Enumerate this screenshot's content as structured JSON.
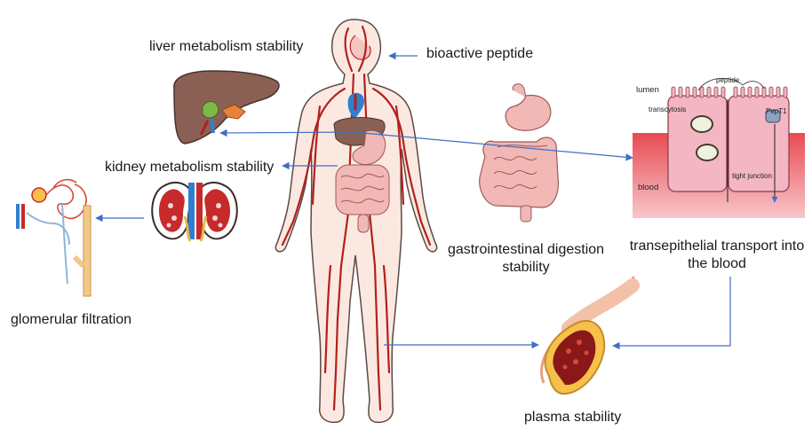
{
  "labels": {
    "bioactive_peptide": "bioactive peptide",
    "liver": "liver metabolism stability",
    "kidney": "kidney metabolism stability",
    "glomerular": "glomerular filtration",
    "gi_line1": "gastrointestinal digestion",
    "gi_line2": "stability",
    "trans_line1": "transepithelial transport into",
    "trans_line2": "the blood",
    "plasma": "plasma stability"
  },
  "epithelium": {
    "lumen": "lumen",
    "peptide": "peptide",
    "transcytosis": "transcytosis",
    "pept1": "PepT1",
    "blood": "blood",
    "tight_junction": "tight junction"
  },
  "colors": {
    "arrow": "#3f6fc4",
    "vessel_red": "#b3201c",
    "skin": "#fbe9e1",
    "organ_pink": "#f1b8b6",
    "blood_band": "#e23c45",
    "liver": "#8a6054",
    "vein_blue": "#2f7fd0"
  }
}
